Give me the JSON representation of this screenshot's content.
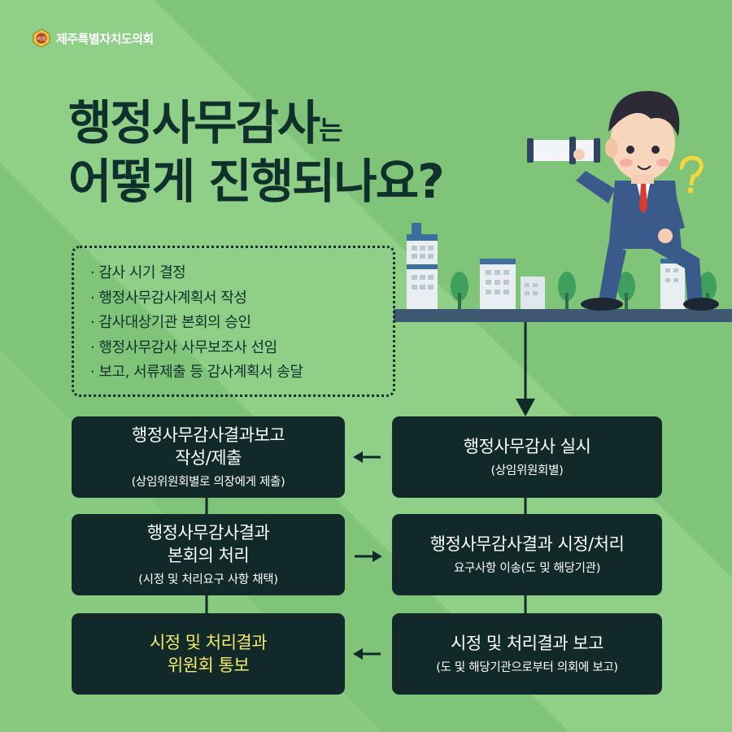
{
  "org": {
    "name": "제주특별자치도의회",
    "logo_text": "의회"
  },
  "title": {
    "line1_main": "행정사무감사",
    "line1_suffix": "는",
    "line2": "어떻게 진행되나요?"
  },
  "checklist": [
    "· 감사 시기 결정",
    "· 행정사무감사계획서 작성",
    "· 감사대상기관 본회의 승인",
    "· 행정사무감사 사무보조사 선임",
    "· 보고, 서류제출 등 감사계획서 송달"
  ],
  "steps": {
    "conduct": {
      "title": "행정사무감사 실시",
      "note": "(상임위원회별)"
    },
    "report": {
      "line1": "행정사무감사결과보고",
      "line2": "작성/제출",
      "note": "(상임위원회별로 의장에게 제출)"
    },
    "plenary": {
      "line1": "행정사무감사결과",
      "line2": "본회의 처리",
      "note": "(시정 및 처리요구 사항 채택)"
    },
    "correction": {
      "title": "행정사무감사결과 시정/처리",
      "note": "요구사항 이송(도 및 해당기관)"
    },
    "result_report": {
      "title": "시정 및 처리결과 보고",
      "note": "(도 및 해당기관으로부터 의회에 보고)"
    },
    "notify": {
      "line1": "시정 및 처리결과",
      "line2": "위원회 통보"
    }
  },
  "arrows": {
    "left": "←",
    "right": "→"
  },
  "colors": {
    "background": "#7fc37a",
    "background_stripe": "#92cf8a",
    "box": "#12292a",
    "highlight_text": "#f4ea6a",
    "title": "#10302c"
  }
}
